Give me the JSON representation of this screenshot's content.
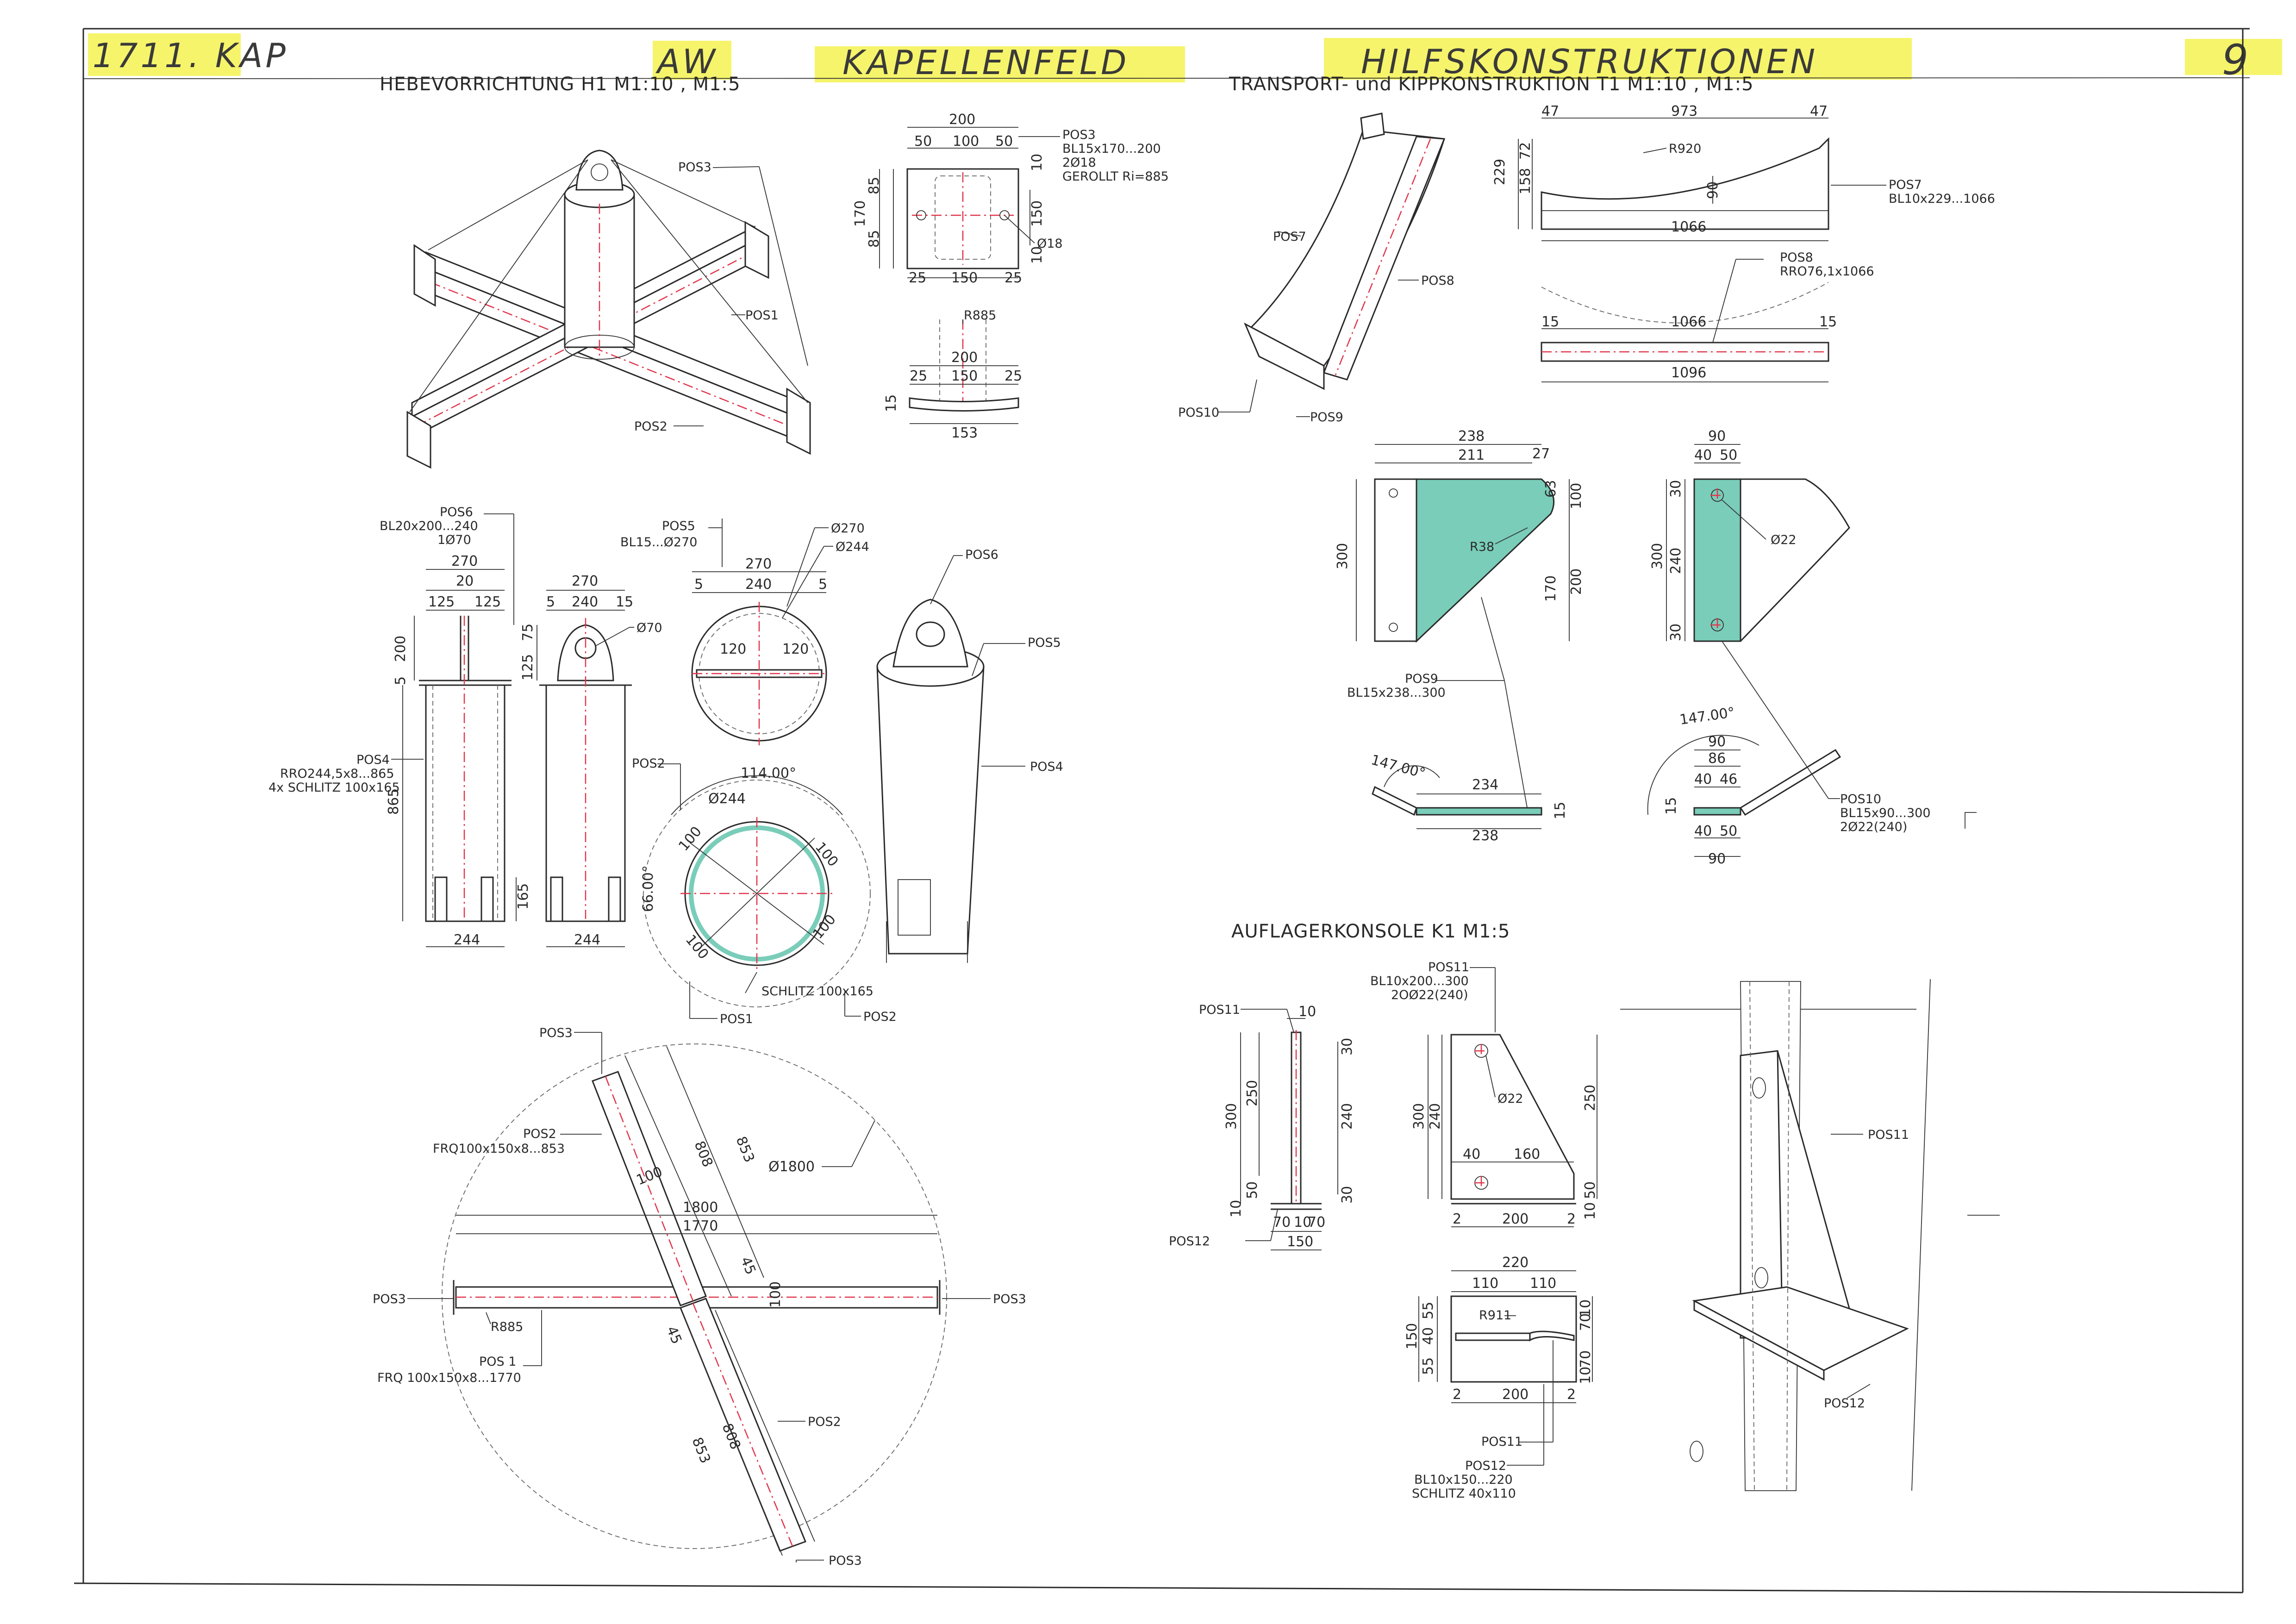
{
  "header": {
    "left_note": "1711. KAP",
    "mid_note_1": "AW",
    "mid_note_2": "KAPELLENFELD",
    "right_note": "HILFSKONSTRUKTIONEN",
    "page_number": "9",
    "highlight_color": "#f6f46a"
  },
  "sections": {
    "hebe_title": "HEBEVORRICHTUNG H1  M1:10 , M1:5",
    "transport_title": "TRANSPORT- und KIPPKONSTRUKTION T1  M1:10 , M1:5",
    "auflager_title": "AUFLAGERKONSOLE K1  M1:5"
  },
  "labels": {
    "pos1": "POS1",
    "pos1_spaced": "POS 1",
    "pos2": "POS2",
    "pos3": "POS3",
    "pos4": "POS4",
    "pos5": "POS5",
    "pos6": "POS6",
    "pos7": "POS7",
    "pos8": "POS8",
    "pos9": "POS9",
    "pos10": "POS10",
    "pos11": "POS11",
    "pos12": "POS12",
    "pos3_spec": [
      "BL15x170...200",
      "2Ø18",
      "GEROLLT Ri=885"
    ],
    "pos4_spec": [
      "RRO244,5x8...865",
      "4x SCHLITZ 100x165"
    ],
    "pos5_spec": [
      "BL15...Ø270"
    ],
    "pos6_spec": [
      "BL20x200...240",
      "1Ø70"
    ],
    "pos7_spec": [
      "BL10x229...1066"
    ],
    "pos8_spec": [
      "RRO76,1x1066"
    ],
    "pos9_spec": [
      "BL15x238...300"
    ],
    "pos10_spec": [
      "BL15x90...300",
      "2Ø22(240)"
    ],
    "pos11_spec": [
      "BL10x200...300",
      "2OØ22(240)"
    ],
    "pos12_spec": [
      "BL10x150...220",
      "SCHLITZ 40x110"
    ],
    "pos2_plan_spec": "FRQ100x150x8...853",
    "pos1_plan_spec": "FRQ 100x150x8...1770",
    "schlitz": "SCHLITZ 100x165"
  },
  "dims": {
    "pos3_plate": [
      "200",
      "50",
      "100",
      "50",
      "85",
      "85",
      "170",
      "150",
      "25",
      "150",
      "25",
      "10",
      "10",
      "Ø18"
    ],
    "pos3_bent": [
      "R885",
      "200",
      "25",
      "150",
      "25",
      "15",
      "153"
    ],
    "pos6_front": [
      "270",
      "20",
      "125",
      "125",
      "200",
      "5",
      "865",
      "165",
      "244"
    ],
    "pos6_side": [
      "270",
      "5",
      "240",
      "15",
      "125",
      "75",
      "Ø70",
      "244"
    ],
    "pos5_plan": [
      "Ø270",
      "Ø244",
      "270",
      "240",
      "5",
      "5",
      "120",
      "120"
    ],
    "ring": [
      "114.00°",
      "Ø244",
      "66.00°",
      "100",
      "100",
      "100",
      "100"
    ],
    "hebe_plan": [
      "Ø1800",
      "1800",
      "1770",
      "808",
      "853",
      "100",
      "100",
      "45",
      "45",
      "808",
      "853",
      "R885"
    ],
    "pos7": [
      "47",
      "973",
      "47",
      "R920",
      "72",
      "229",
      "158",
      "90",
      "1066"
    ],
    "pos8": [
      "15",
      "1066",
      "15",
      "1096"
    ],
    "pos9_view": [
      "238",
      "211",
      "27",
      "63",
      "100",
      "R38",
      "300",
      "170",
      "200"
    ],
    "pos9_bent": [
      "147.00°",
      "234",
      "238",
      "15"
    ],
    "pos10_view": [
      "90",
      "40",
      "50",
      "30",
      "240",
      "300",
      "30",
      "Ø22"
    ],
    "pos10_bent": [
      "147.00°",
      "90",
      "86",
      "40",
      "46",
      "15",
      "40",
      "50",
      "90"
    ],
    "k1_side": [
      "10",
      "30",
      "250",
      "240",
      "300",
      "50",
      "30",
      "10",
      "70",
      "10",
      "70",
      "150"
    ],
    "k1_front": [
      "Ø22",
      "300",
      "240",
      "250",
      "40",
      "160",
      "50",
      "10",
      "2",
      "200",
      "2"
    ],
    "k1_top": [
      "220",
      "110",
      "110",
      "R911",
      "55",
      "40",
      "55",
      "150",
      "10",
      "70",
      "70",
      "10",
      "2",
      "200",
      "2"
    ]
  }
}
